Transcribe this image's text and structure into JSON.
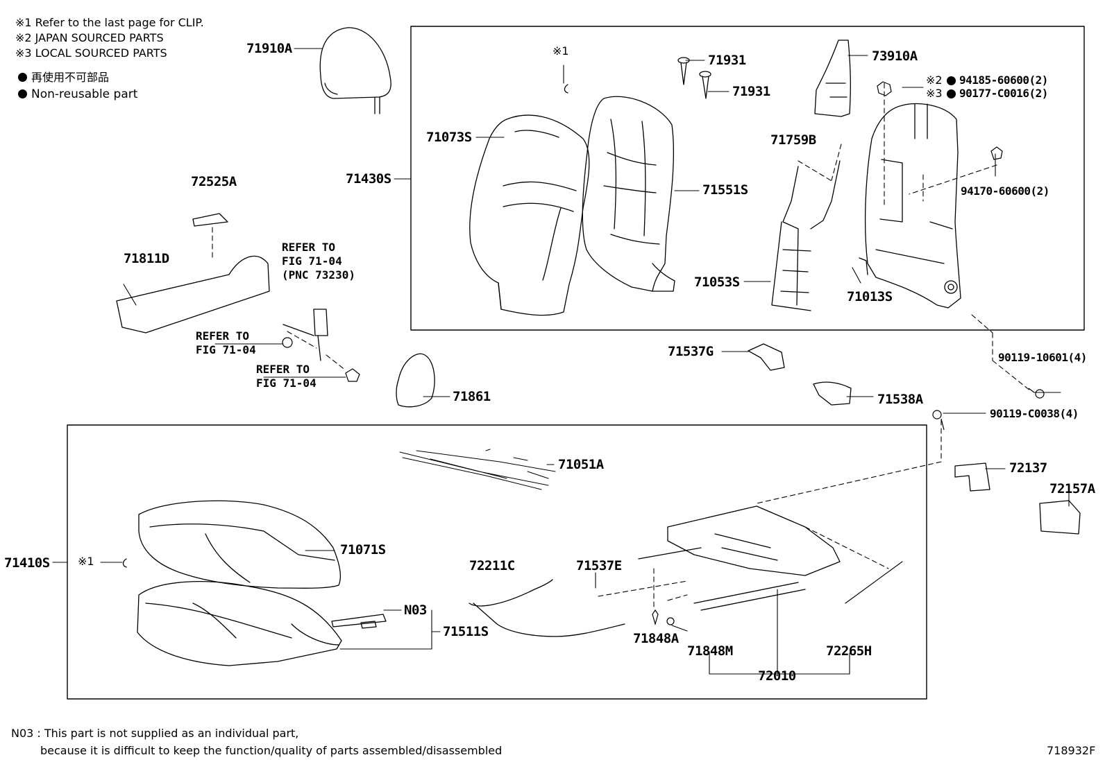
{
  "notes": {
    "clip": "※1 Refer to the last page for CLIP.",
    "japan": "※2 JAPAN SOURCED PARTS",
    "local": "※3 LOCAL SOURCED PARTS",
    "nonreusable_jp": "再使用不可部品",
    "nonreusable_en": "Non-reusable part"
  },
  "parts": {
    "p71910A": "71910A",
    "p72525A": "72525A",
    "p71811D": "71811D",
    "p71861": "71861",
    "p71430S": "71430S",
    "p71073S": "71073S",
    "p71551S": "71551S",
    "p71931a": "71931",
    "p71931b": "71931",
    "p73910A": "73910A",
    "p71759B": "71759B",
    "p71053S": "71053S",
    "p71013S": "71013S",
    "p94185": "94185-60600(2)",
    "p90177": "90177-C0016(2)",
    "p94170": "94170-60600(2)",
    "p71537G": "71537G",
    "p71538A": "71538A",
    "p90119a": "90119-10601(4)",
    "p90119b": "90119-C0038(4)",
    "p72137": "72137",
    "p72157A": "72157A",
    "p71051A": "71051A",
    "p71410S": "71410S",
    "p71071S": "71071S",
    "pN03": "N03",
    "p71511S": "71511S",
    "p72211C": "72211C",
    "p71537E": "71537E",
    "p71848A": "71848A",
    "p71848M": "71848M",
    "p72010": "72010",
    "p72265H": "72265H",
    "clip_ref_a": "※1",
    "clip_ref_b": "※1",
    "mark2": "※2",
    "mark3": "※3"
  },
  "refs": {
    "refer_a_1": "REFER TO",
    "refer_a_2": "FIG 71-04",
    "refer_a_3": "(PNC 73230)",
    "refer_b_1": "REFER TO",
    "refer_b_2": "FIG 71-04",
    "refer_c_1": "REFER TO",
    "refer_c_2": "FIG 71-04"
  },
  "footer": {
    "n03_line1": "N03 : This part is not supplied as an individual part,",
    "n03_line2": "because it is difficult to keep the function/quality of parts assembled/disassembled",
    "fig_id": "718932F"
  },
  "icons": [
    "dot-icon",
    "clip-icon",
    "bolt-icon",
    "nut-icon"
  ]
}
